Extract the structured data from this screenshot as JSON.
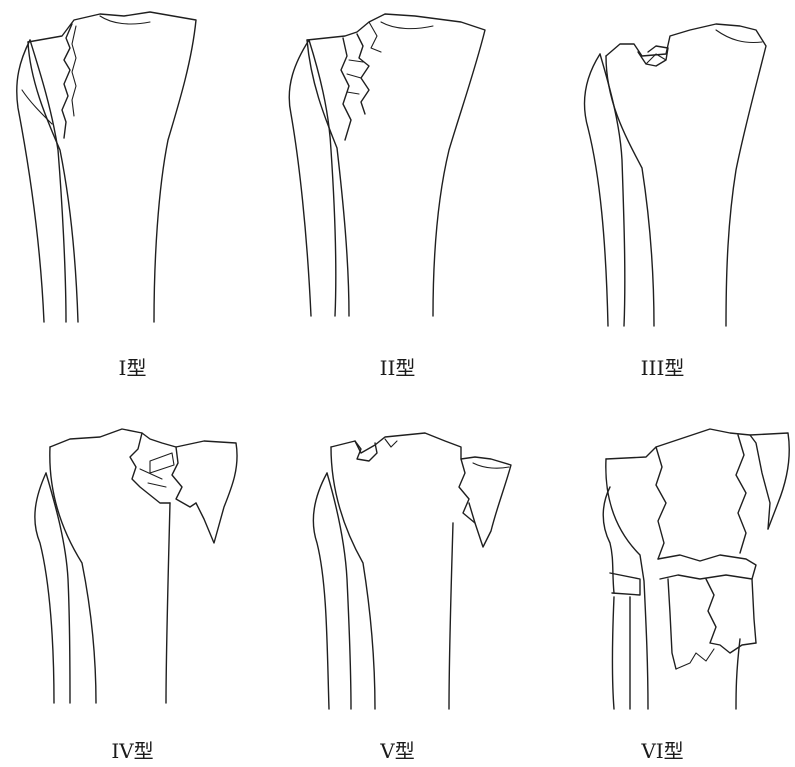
{
  "figure": {
    "panels": [
      {
        "label": "I型"
      },
      {
        "label": "II型"
      },
      {
        "label": "III型"
      },
      {
        "label": "IV型"
      },
      {
        "label": "V型"
      },
      {
        "label": "VI型"
      }
    ]
  }
}
